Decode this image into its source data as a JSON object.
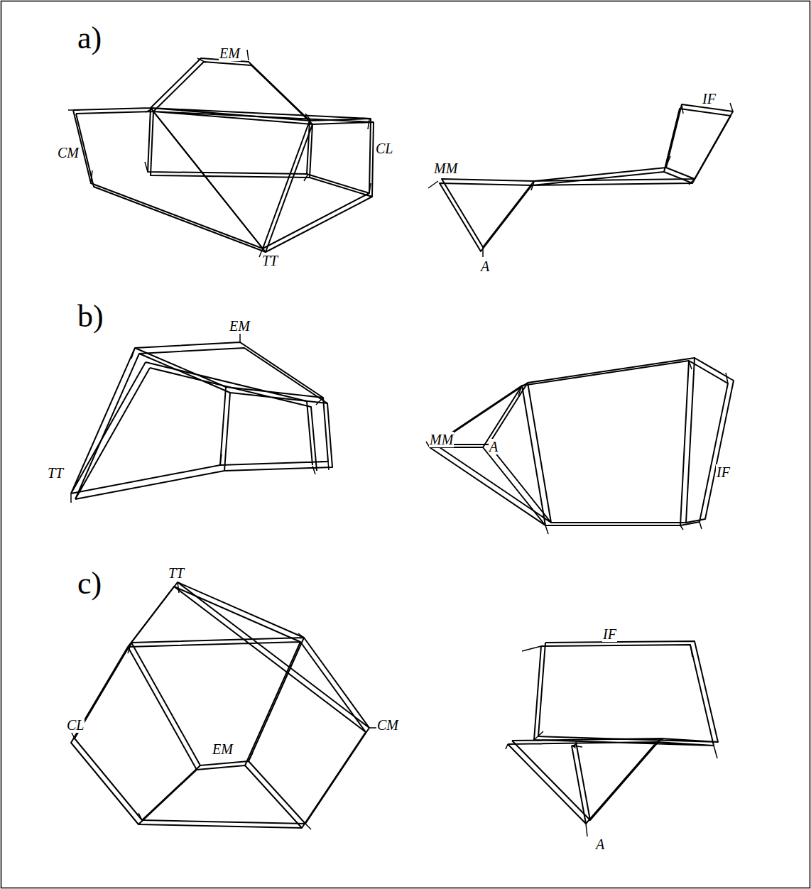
{
  "diagram": {
    "labels": [
      "a)",
      "EM",
      "IF",
      "CM",
      "CL",
      "MM",
      "TT",
      "A",
      "b)",
      "EM",
      "MM",
      "A",
      "IF",
      "TT",
      "c)",
      "TT",
      "IF",
      "CL",
      "EM",
      "CM",
      "A"
    ]
  }
}
